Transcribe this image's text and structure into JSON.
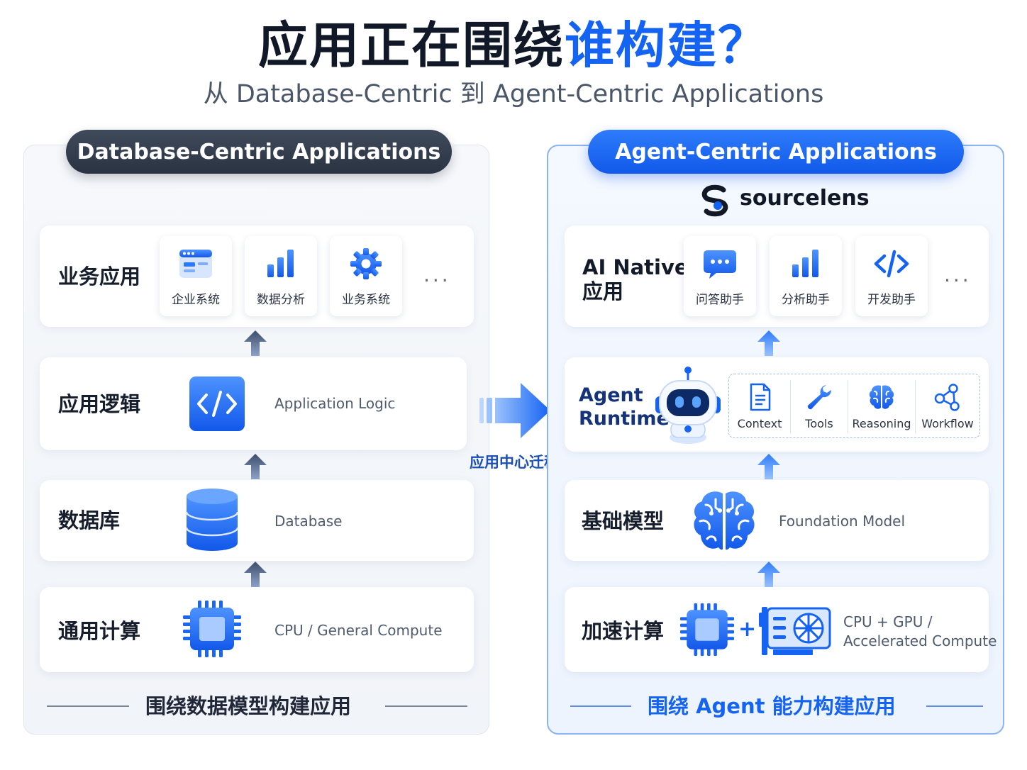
{
  "header": {
    "title_dark": "应用正在围绕",
    "title_blue": "谁构建？",
    "subtitle": "从 Database-Centric 到 Agent-Centric Applications"
  },
  "colors": {
    "accent_blue": "#1463f3",
    "dark_pill": "#2f3947",
    "text_dark": "#161d2c"
  },
  "left": {
    "pill": "Database-Centric Applications",
    "rows": {
      "business": {
        "label": "业务应用",
        "apps": [
          {
            "label": "企业系统",
            "icon": "browser-window-icon"
          },
          {
            "label": "数据分析",
            "icon": "bar-chart-icon"
          },
          {
            "label": "业务系统",
            "icon": "gear-icon"
          }
        ],
        "more": "..."
      },
      "logic": {
        "label": "应用逻辑",
        "desc": "Application Logic",
        "icon": "code-icon"
      },
      "database": {
        "label": "数据库",
        "desc": "Database",
        "icon": "database-icon"
      },
      "compute": {
        "label": "通用计算",
        "desc": "CPU / General Compute",
        "icon": "cpu-chip-icon"
      }
    },
    "caption": "围绕数据模型构建应用"
  },
  "migration": {
    "label": "应用中心迁移",
    "icon": "right-arrow-icon"
  },
  "right": {
    "pill": "Agent-Centric Applications",
    "brand": "sourcelens",
    "rows": {
      "ai_native": {
        "label_line1": "AI Native",
        "label_line2": "应用",
        "apps": [
          {
            "label": "问答助手",
            "icon": "chat-bubble-icon"
          },
          {
            "label": "分析助手",
            "icon": "bar-chart-icon"
          },
          {
            "label": "开发助手",
            "icon": "code-icon"
          }
        ],
        "more": "..."
      },
      "runtime": {
        "label_line1": "Agent",
        "label_line2": "Runtime",
        "icon": "robot-icon",
        "items": [
          {
            "label": "Context",
            "icon": "document-icon"
          },
          {
            "label": "Tools",
            "icon": "wrench-icon"
          },
          {
            "label": "Reasoning",
            "icon": "brain-icon"
          },
          {
            "label": "Workflow",
            "icon": "workflow-icon"
          }
        ]
      },
      "foundation": {
        "label": "基础模型",
        "desc": "Foundation Model",
        "icon": "brain-icon"
      },
      "compute": {
        "label": "加速计算",
        "plus": "+",
        "desc_line1": "CPU + GPU /",
        "desc_line2": "Accelerated Compute",
        "icon": "cpu-chip-icon"
      }
    },
    "caption": "围绕 Agent 能力构建应用"
  }
}
